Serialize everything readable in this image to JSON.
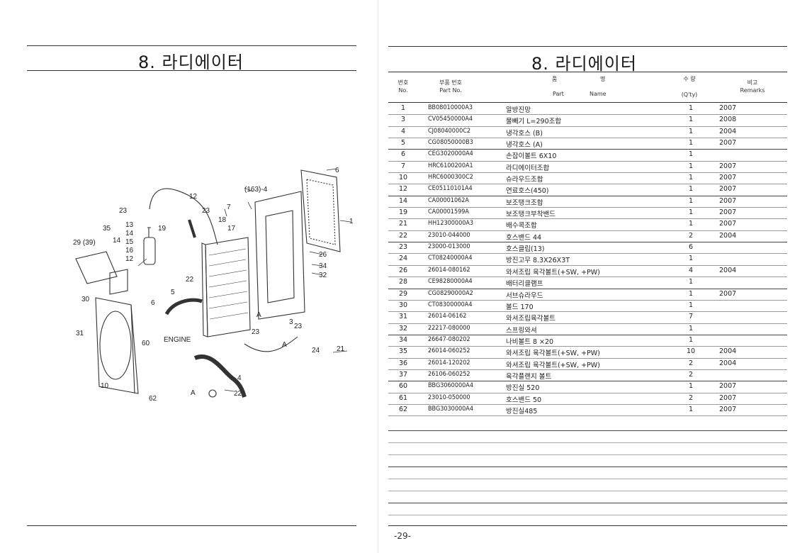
{
  "left": {
    "title": "8. 라디에이터",
    "diagram": {
      "callouts": [
        "6",
        "(163)-4",
        "12",
        "23",
        "7",
        "1",
        "23",
        "18",
        "17",
        "13",
        "14",
        "15",
        "16",
        "19",
        "12",
        "35",
        "29 (39)",
        "14",
        "26",
        "34",
        "32",
        "22",
        "5",
        "6",
        "30",
        "31",
        "3",
        "23",
        "21",
        "24",
        "23",
        "4",
        "22",
        "10",
        "62",
        "60",
        "ENGINE",
        "A",
        "A",
        "A"
      ]
    }
  },
  "right": {
    "title": "8. 라디에이터",
    "headers": {
      "no_ko": "번호",
      "no_en": "No.",
      "part_ko": "부품 번호",
      "part_en": "Part No.",
      "name_ko_1": "품",
      "name_ko_2": "명",
      "name_en_1": "Part",
      "name_en_2": "Name",
      "qty_ko": "수 량",
      "qty_en": "(Q'ty)",
      "rem_ko": "비고",
      "rem_en": "Remarks"
    },
    "rows": [
      {
        "no": "1",
        "part": "BB08010000A3",
        "name": "알방진망",
        "qty": "1",
        "rem": "2007"
      },
      {
        "no": "3",
        "part": "CV05450000A4",
        "name": "물빼기 L=290조합",
        "qty": "1",
        "rem": "2008"
      },
      {
        "no": "4",
        "part": "CJ08040000C2",
        "name": "냉각호스 (B)",
        "qty": "1",
        "rem": "2004"
      },
      {
        "no": "5",
        "part": "CG08050000B3",
        "name": "냉각호스 (A)",
        "qty": "1",
        "rem": "2007"
      },
      {
        "no": "6",
        "part": "CEG3020000A4",
        "name": "손잡이볼트 6X10",
        "qty": "1",
        "rem": ""
      },
      {
        "no": "7",
        "part": "HRC6100200A1",
        "name": "라디에이터조합",
        "qty": "1",
        "rem": "2007"
      },
      {
        "no": "10",
        "part": "HRC6000300C2",
        "name": "슈라우드조합",
        "qty": "1",
        "rem": "2007"
      },
      {
        "no": "12",
        "part": "CE05110101A4",
        "name": "연료호스(450)",
        "qty": "1",
        "rem": "2007"
      },
      {
        "no": "14",
        "part": "CA00001062A",
        "name": "보조탱크조합",
        "qty": "1",
        "rem": "2007"
      },
      {
        "no": "19",
        "part": "CA00001599A",
        "name": "보조탱크부착밴드",
        "qty": "1",
        "rem": "2007"
      },
      {
        "no": "21",
        "part": "HH12300000A3",
        "name": "배수콕조합",
        "qty": "1",
        "rem": "2007"
      },
      {
        "no": "22",
        "part": "23010-044000",
        "name": "호스밴드 44",
        "qty": "2",
        "rem": "2004"
      },
      {
        "no": "23",
        "part": "23000-013000",
        "name": "호스클립(13)",
        "qty": "6",
        "rem": ""
      },
      {
        "no": "24",
        "part": "CT08240000A4",
        "name": "방진고무 8.3X26X3T",
        "qty": "1",
        "rem": ""
      },
      {
        "no": "26",
        "part": "26014-080162",
        "name": "와셔조립 육각볼트(+SW, +PW)",
        "qty": "4",
        "rem": "2004"
      },
      {
        "no": "28",
        "part": "CE98280000A4",
        "name": "배터리클램프",
        "qty": "1",
        "rem": ""
      },
      {
        "no": "29",
        "part": "CG08290000A2",
        "name": "서브슈라우드",
        "qty": "1",
        "rem": "2007"
      },
      {
        "no": "30",
        "part": "CT08300000A4",
        "name": "볼드 170",
        "qty": "1",
        "rem": ""
      },
      {
        "no": "31",
        "part": "26014-06162",
        "name": "와셔조립육각볼트",
        "qty": "7",
        "rem": ""
      },
      {
        "no": "32",
        "part": "22217-080000",
        "name": "스프링와셔",
        "qty": "1",
        "rem": ""
      },
      {
        "no": "34",
        "part": "26647-080202",
        "name": "나비볼트 8 ×20",
        "qty": "1",
        "rem": ""
      },
      {
        "no": "35",
        "part": "26014-060252",
        "name": "와셔조립 육각볼트(+SW, +PW)",
        "qty": "10",
        "rem": "2004"
      },
      {
        "no": "36",
        "part": "26014-120202",
        "name": "와셔조립 육각볼트(+SW, +PW)",
        "qty": "2",
        "rem": "2004"
      },
      {
        "no": "37",
        "part": "26106-060252",
        "name": "육각플랜지 볼트",
        "qty": "2",
        "rem": ""
      },
      {
        "no": "60",
        "part": "BBG3060000A4",
        "name": "방진실 520",
        "qty": "1",
        "rem": "2007"
      },
      {
        "no": "61",
        "part": "23010-050000",
        "name": "호스밴드 50",
        "qty": "2",
        "rem": "2007"
      },
      {
        "no": "62",
        "part": "BBG3030000A4",
        "name": "방진실485",
        "qty": "1",
        "rem": "2007"
      }
    ],
    "page_number": "-29-"
  }
}
